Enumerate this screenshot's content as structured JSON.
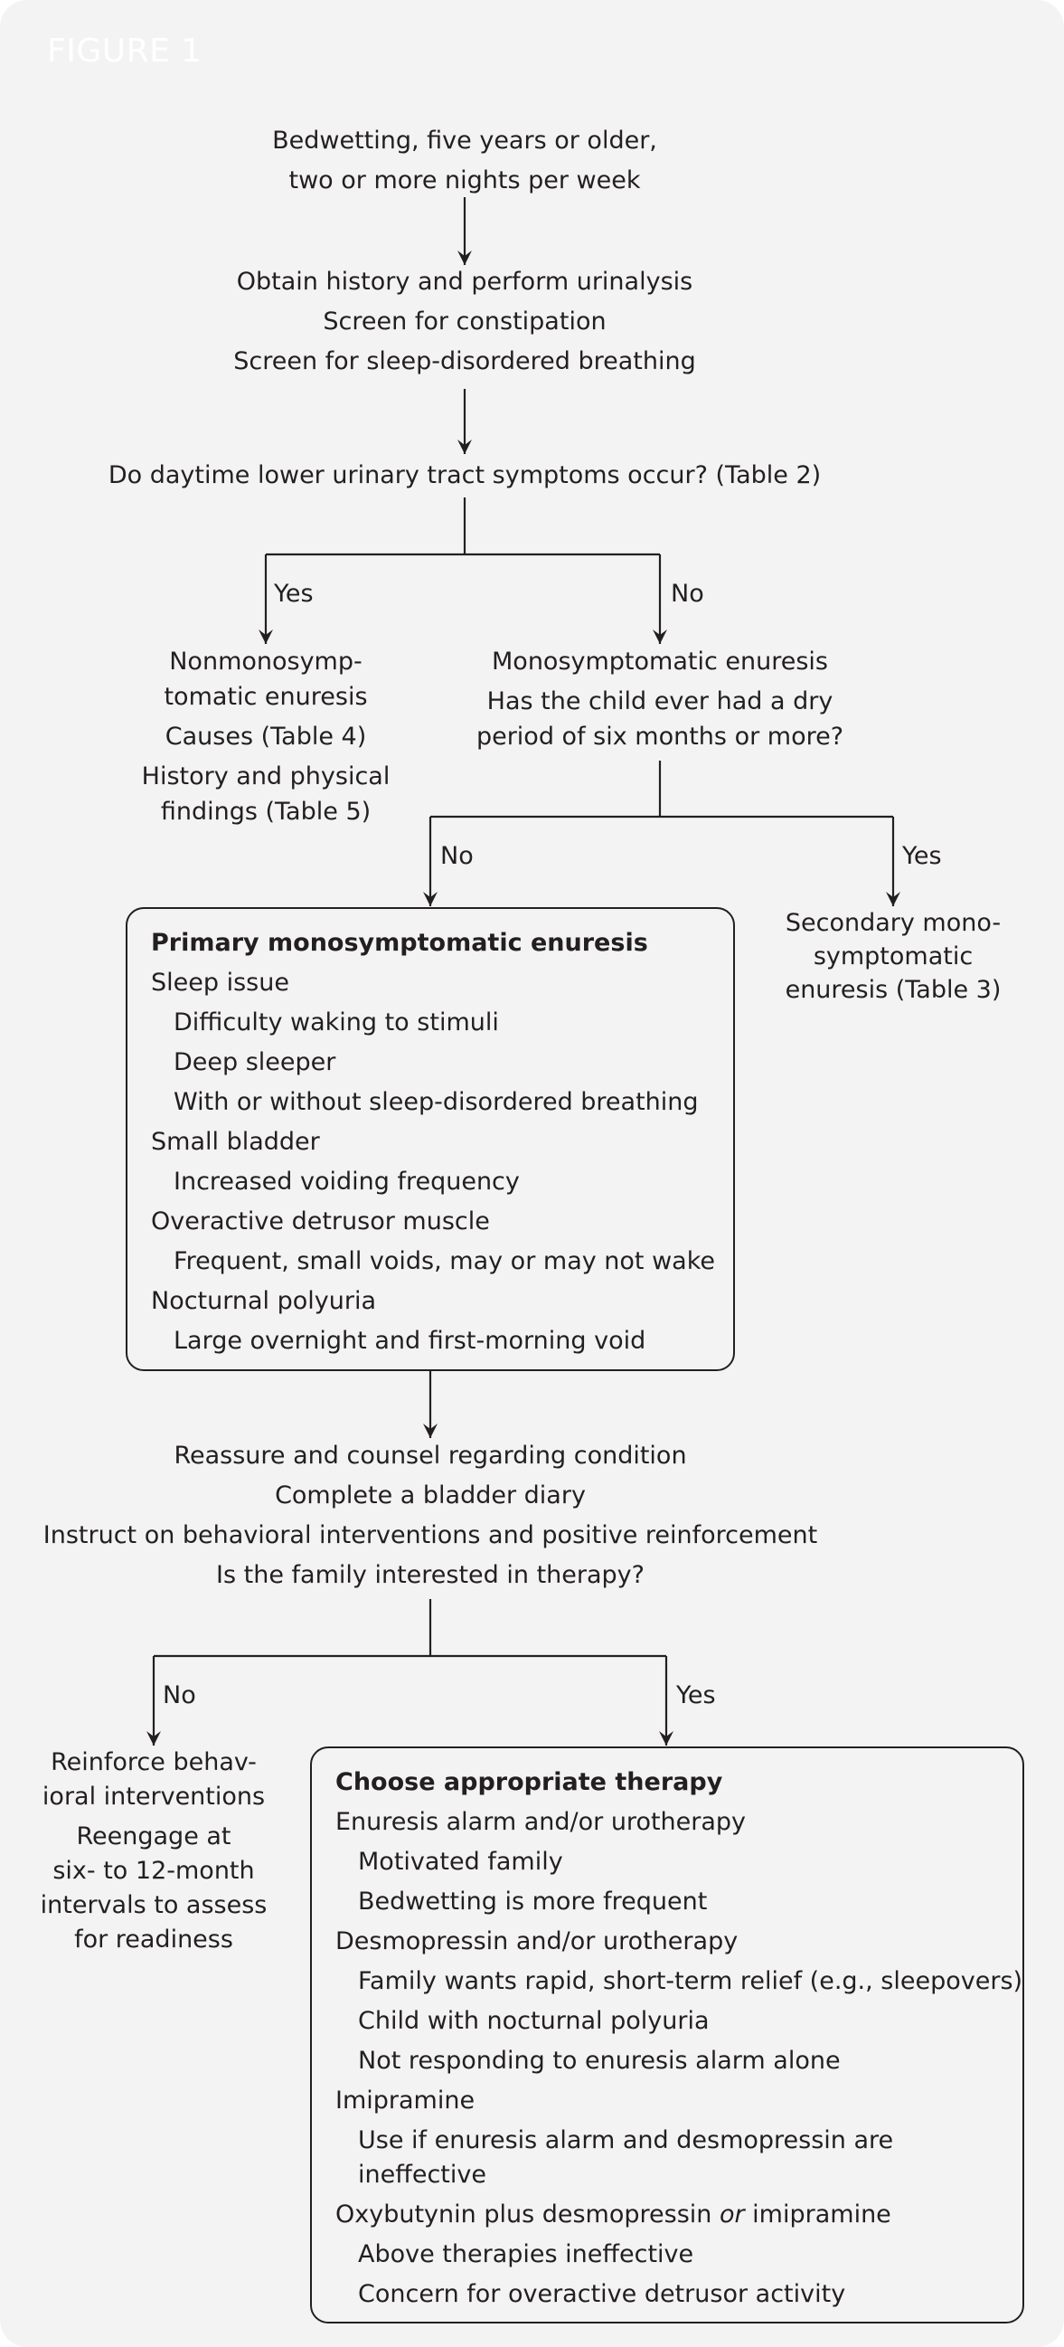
{
  "figure": {
    "label": "FIGURE 1"
  },
  "colors": {
    "panel": "#f3f3f3",
    "ink": "#231f20",
    "label": "#ffffff"
  },
  "nodes": {
    "start": [
      "Bedwetting, five years or older,",
      "two or more nights per week"
    ],
    "history": [
      "Obtain history and perform urinalysis",
      "Screen for constipation",
      "Screen for sleep-disordered breathing"
    ],
    "luts_question": [
      "Do daytime lower urinary tract symptoms occur? (Table 2)"
    ],
    "nonmono": [
      "Nonmonosymp-",
      "tomatic enuresis",
      "Causes (Table 4)",
      "History and physical",
      "findings (Table 5)"
    ],
    "mono": [
      "Monosymptomatic enuresis",
      "Has the child ever had a dry",
      "period of six months or more?"
    ],
    "secondary": [
      "Secondary mono-",
      "symptomatic",
      "enuresis (Table 3)"
    ],
    "counsel": [
      "Reassure and counsel regarding condition",
      "Complete a bladder diary",
      "Instruct on behavioral interventions and positive reinforcement",
      "Is the family interested in therapy?"
    ],
    "reinforce": [
      "Reinforce behav-",
      "ioral interventions",
      "Reengage at",
      "six- to 12-month",
      "intervals to assess",
      "for readiness"
    ]
  },
  "primary_box": {
    "title": "Primary monosymptomatic enuresis",
    "lines": [
      "Sleep issue",
      "Difficulty waking to stimuli",
      "Deep sleeper",
      "With or without sleep-disordered breathing",
      "Small bladder",
      "Increased voiding frequency",
      "Overactive detrusor muscle",
      "Frequent, small voids, may or may not wake",
      "Nocturnal polyuria",
      "Large overnight and first-morning void"
    ]
  },
  "therapy_box": {
    "title": "Choose appropriate therapy",
    "lines": [
      "Enuresis alarm and/or urotherapy",
      "Motivated family",
      "Bedwetting is more frequent",
      "Desmopressin and/or urotherapy",
      "Family wants rapid, short-term relief (e.g., sleepovers)",
      "Child with nocturnal polyuria",
      "Not responding to enuresis alarm alone",
      "Imipramine",
      "Use if enuresis alarm and desmopressin are",
      "ineffective"
    ],
    "last_line": {
      "before": "Oxybutynin plus desmopressin ",
      "emphasis": "or",
      "after": " imipramine"
    },
    "tail_lines": [
      "Above therapies ineffective",
      "Concern for overactive detrusor activity"
    ]
  },
  "branch_labels": {
    "luts_yes": "Yes",
    "luts_no": "No",
    "dry_no": "No",
    "dry_yes": "Yes",
    "therapy_no": "No",
    "therapy_yes": "Yes"
  }
}
